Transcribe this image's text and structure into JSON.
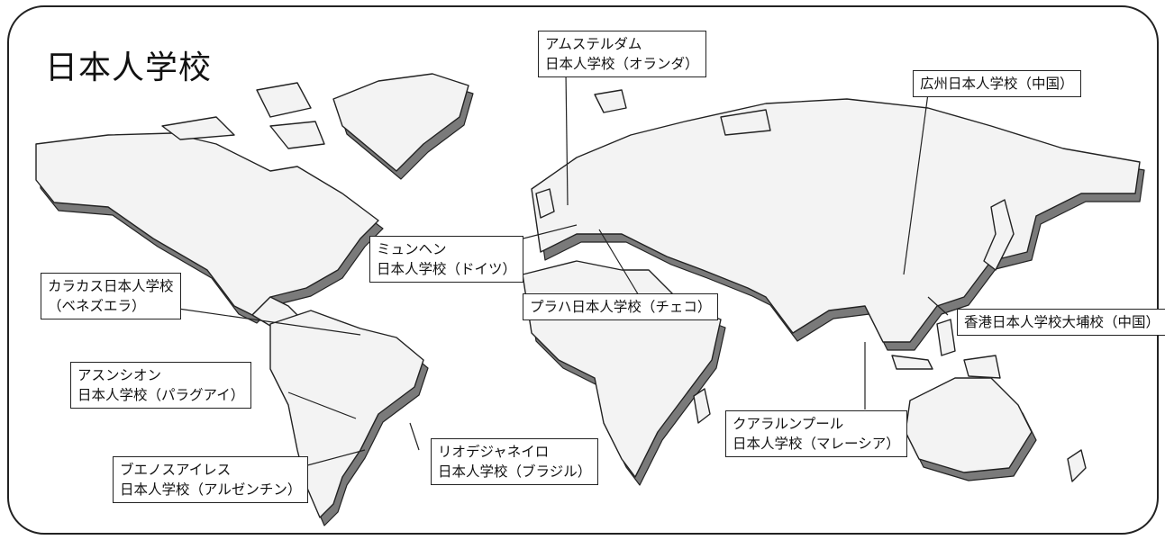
{
  "map": {
    "title": "日本人学校",
    "schools": [
      {
        "id": "amsterdam",
        "lines": [
          "アムステルダム",
          "日本人学校（オランダ）"
        ]
      },
      {
        "id": "guangzhou",
        "lines": [
          "広州日本人学校（中国）"
        ]
      },
      {
        "id": "munich",
        "lines": [
          "ミュンヘン",
          "日本人学校（ドイツ）"
        ]
      },
      {
        "id": "caracas",
        "lines": [
          "カラカス日本人学校",
          "（ベネズエラ）"
        ]
      },
      {
        "id": "prague",
        "lines": [
          "プラハ日本人学校（チェコ）"
        ]
      },
      {
        "id": "hongkong",
        "lines": [
          "香港日本人学校大埔校（中国）"
        ]
      },
      {
        "id": "asuncion",
        "lines": [
          "アスンシオン",
          "日本人学校（パラグアイ）"
        ]
      },
      {
        "id": "kualalumpur",
        "lines": [
          "クアラルンプール",
          "日本人学校（マレーシア）"
        ]
      },
      {
        "id": "rio",
        "lines": [
          "リオデジャネイロ",
          "日本人学校（ブラジル）"
        ]
      },
      {
        "id": "buenosaires",
        "lines": [
          "ブエノスアイレス",
          "日本人学校（アルゼンチン）"
        ]
      }
    ]
  }
}
